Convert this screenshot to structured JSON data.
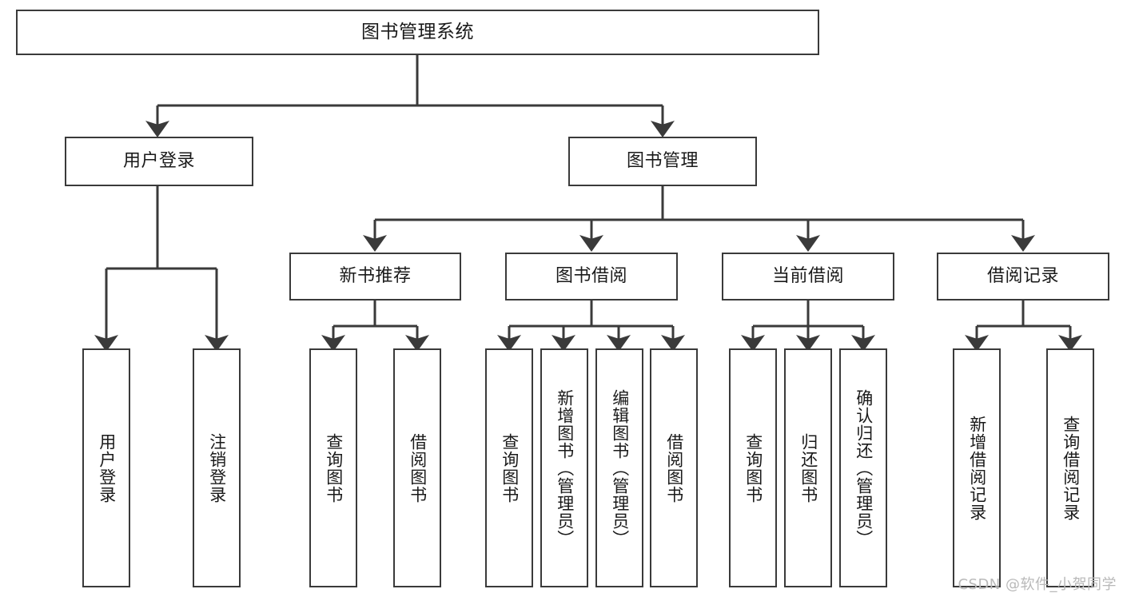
{
  "diagram": {
    "title": "图书管理系统",
    "type": "tree",
    "watermark": "CSDN @软件_小贺同学",
    "line_color": "#3a3a3a",
    "box_fill": "#ffffff",
    "text_color": "#1a1a1a",
    "levels": {
      "root": "图书管理系统",
      "level2": [
        "用户登录",
        "图书管理"
      ],
      "level3": [
        "新书推荐",
        "图书借阅",
        "当前借阅",
        "借阅记录"
      ]
    },
    "nodes": {
      "root": {
        "label": "图书管理系统"
      },
      "user_login": {
        "label": "用户登录"
      },
      "book_manage": {
        "label": "图书管理"
      },
      "new_book_rec": {
        "label": "新书推荐"
      },
      "book_borrow": {
        "label": "图书借阅"
      },
      "current_borrow": {
        "label": "当前借阅"
      },
      "borrow_record": {
        "label": "借阅记录"
      }
    },
    "leaves": {
      "user_login": [
        {
          "label": "用户登录"
        },
        {
          "label": "注销登录"
        }
      ],
      "new_book_rec": [
        {
          "label": "查询图书"
        },
        {
          "label": "借阅图书"
        }
      ],
      "book_borrow": [
        {
          "label": "查询图书"
        },
        {
          "label": "新增图书（管理员）"
        },
        {
          "label": "编辑图书（管理员）"
        },
        {
          "label": "借阅图书"
        }
      ],
      "current_borrow": [
        {
          "label": "查询图书"
        },
        {
          "label": "归还图书"
        },
        {
          "label": "确认归还（管理员）"
        }
      ],
      "borrow_record": [
        {
          "label": "新增借阅记录"
        },
        {
          "label": "查询借阅记录"
        }
      ]
    }
  }
}
